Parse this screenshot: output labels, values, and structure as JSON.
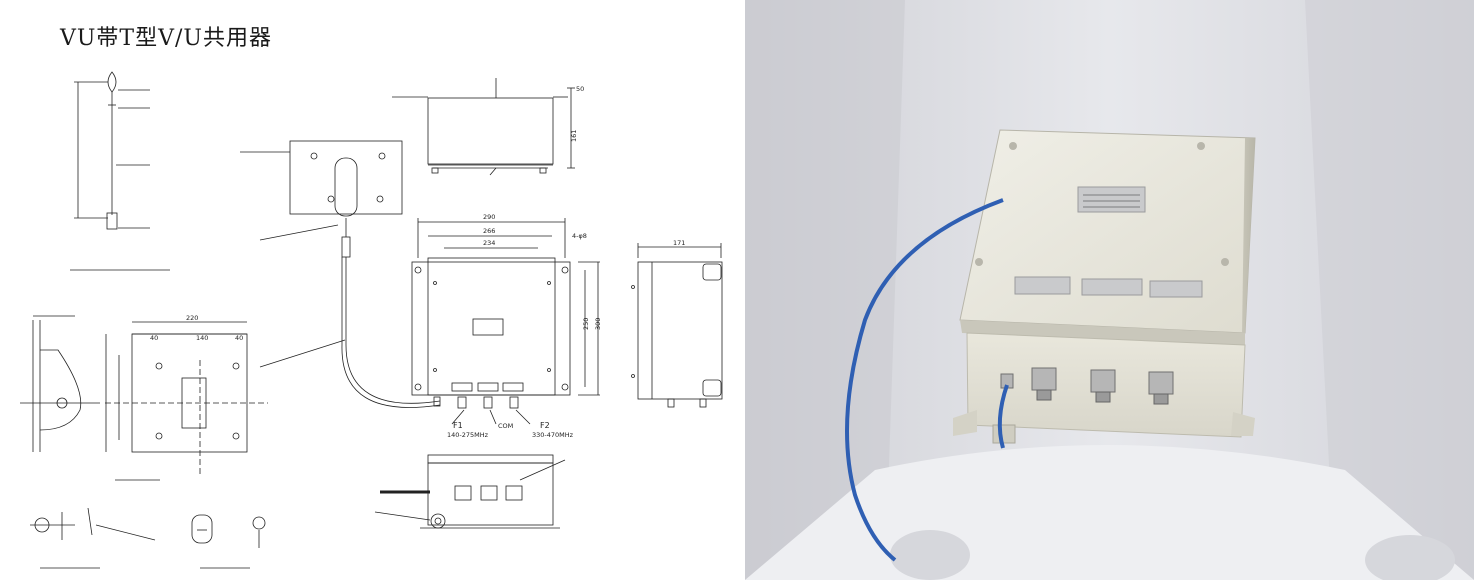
{
  "title": "VU帯T型V/U共用器",
  "drawing": {
    "dim_a": "290",
    "dim_b": "266",
    "dim_c": "234",
    "dim_height_1": "250",
    "dim_height_2": "300",
    "dim_side": "171",
    "dim_bottom_a": "220",
    "dim_bottom_b": "140",
    "dim_bottom_c": "40",
    "dim_bottom_d": "40",
    "dim_side_e": "50",
    "dim_side_f": "161",
    "dim_hole": "4-φ8",
    "port_f1_name": "F1",
    "port_f1_range": "140-275MHz",
    "port_com_name": "COM",
    "port_f2_name": "F2",
    "port_f2_range": "330-470MHz"
  },
  "colors": {
    "line": "#222222",
    "box_face": "#e8e6db",
    "box_top": "#efeee6",
    "cable": "#2f5fb3",
    "background_photo": "#dcdde3"
  }
}
